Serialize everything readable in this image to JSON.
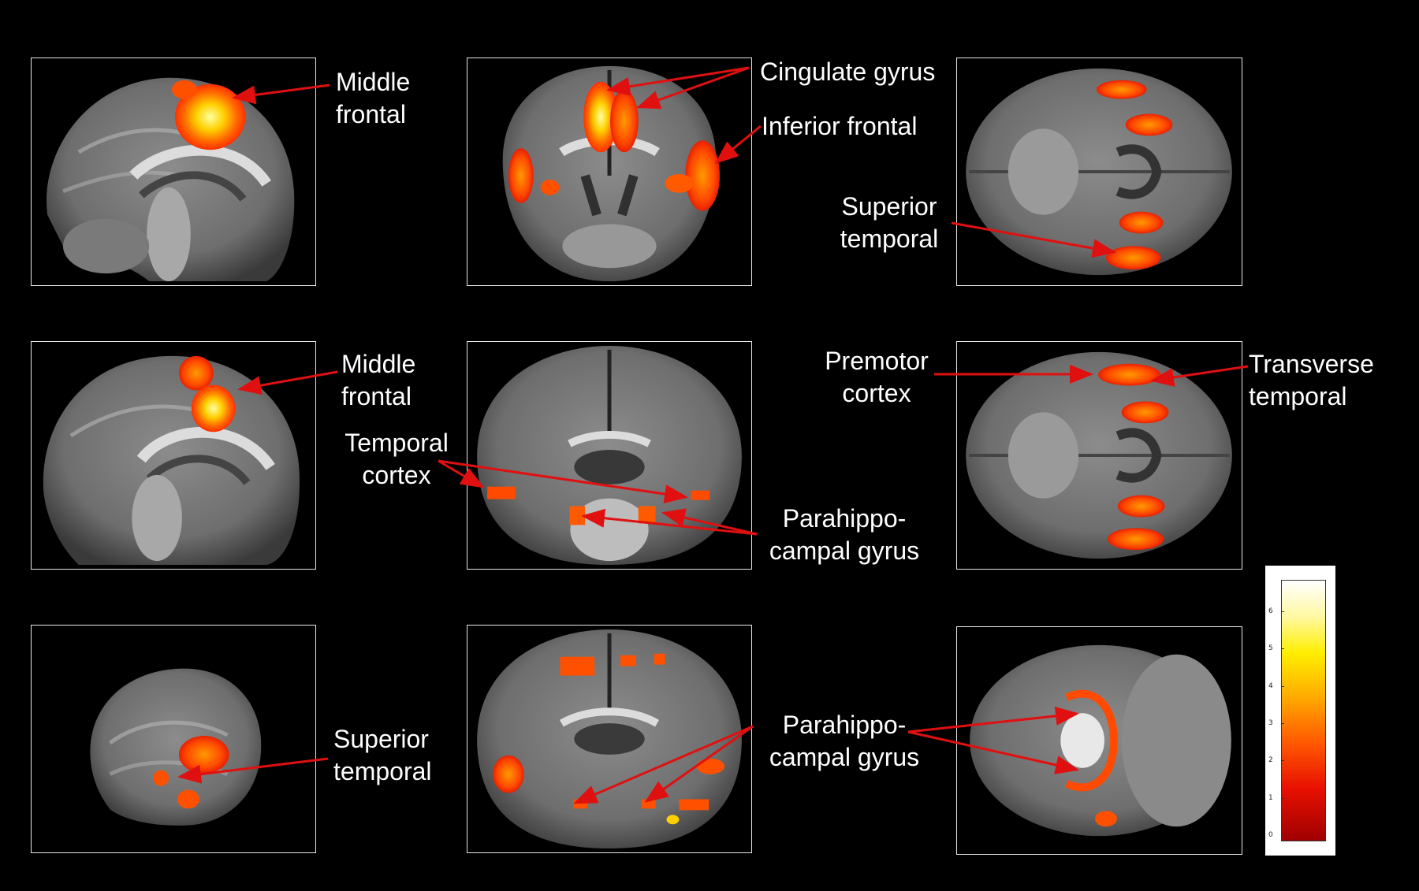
{
  "labels": {
    "r1_middle_frontal": "Middle\nfrontal",
    "cingulate": "Cingulate gyrus",
    "inferior_frontal": "Inferior frontal",
    "r1_superior_temporal": "Superior\ntemporal",
    "r2_middle_frontal": "Middle\nfrontal",
    "temporal_cortex": "Temporal\ncortex",
    "r2_parahippo": "Parahippo-\ncampal gyrus",
    "premotor": "Premotor\ncortex",
    "transverse": "Transverse\ntemporal",
    "r3_superior_temporal": "Superior\ntemporal",
    "r3_parahippo": "Parahippo-\ncampal gyrus"
  },
  "colorbar": {
    "ticks": [
      "0",
      "1",
      "2",
      "3",
      "4",
      "5",
      "6"
    ],
    "colors": [
      "#a00000",
      "#e81000",
      "#ff5a00",
      "#ffae00",
      "#ffee00",
      "#ffffff"
    ]
  },
  "colors": {
    "background": "#000000",
    "arrow": "#e01010"
  }
}
